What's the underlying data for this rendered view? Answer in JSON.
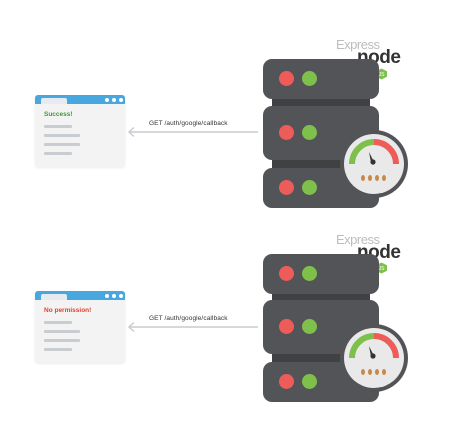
{
  "scenes": [
    {
      "browser_message": "Success!",
      "message_color": "#3c9a2f",
      "request": "GET  /auth/google/callback",
      "logos": {
        "express": "Express",
        "node": "node",
        "js": "JS"
      }
    },
    {
      "browser_message": "No permission!",
      "message_color": "#e2402b",
      "request": "GET  /auth/google/callback",
      "logos": {
        "express": "Express",
        "node": "node",
        "js": "JS"
      }
    }
  ],
  "icons": [
    "browser-window-icon",
    "server-stack-icon",
    "speed-gauge-icon",
    "arrow-left-icon"
  ],
  "colors": {
    "browser_bar": "#47a7de",
    "server_body": "#525457",
    "led_red": "#ee5c5a",
    "led_green": "#7ec04b",
    "gauge_green": "#7ec04b",
    "gauge_red": "#ee5c5a",
    "gauge_knob": "#c58a4a"
  }
}
